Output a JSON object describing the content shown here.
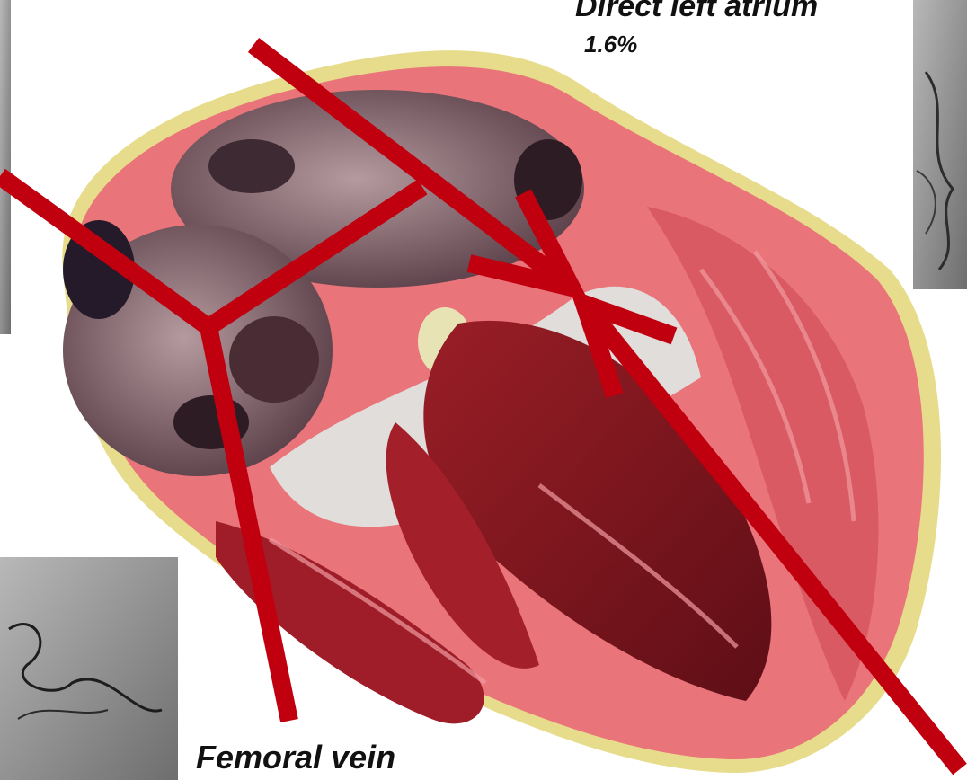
{
  "labels": {
    "direct_left_atrium": "Direct left atrium",
    "direct_left_atrium_pct": "1.6%",
    "femoral_vein": "Femoral vein"
  },
  "colors": {
    "arrow": "#c1000f",
    "myocardium": "#e9747a",
    "chamber_dark": "#7a1a22",
    "atrium": "#9c7a80",
    "valve_tissue": "#dfe9e6",
    "fat": "#e7dc8c",
    "xray": "#9a9a9a"
  },
  "icons": [
    "heart-cross-section-illustration",
    "fluoroscopy-thumbnail"
  ]
}
